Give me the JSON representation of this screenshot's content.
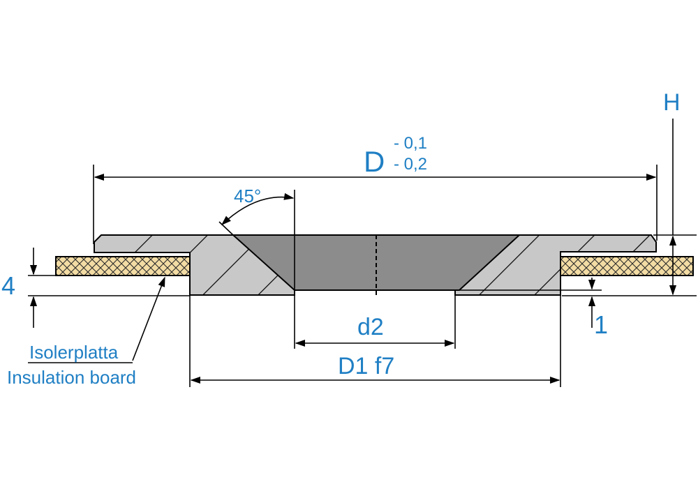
{
  "labels": {
    "diameter_D": "D",
    "tolerance_upper": "- 0,1",
    "tolerance_lower": "- 0,2",
    "height_H": "H",
    "angle": "45°",
    "thickness_4": "4",
    "depth_1": "1",
    "inner_d2": "d2",
    "outer_D1": "D1 f7",
    "board_sv": "Isolerplatta",
    "board_en": "Insulation board"
  },
  "colors": {
    "dimension_text": "#1f7fc4",
    "part_fill": "#c8c8c8",
    "cone_fill": "#8c8c8c",
    "board_fill": "#f3dca4",
    "outline": "#000000"
  }
}
